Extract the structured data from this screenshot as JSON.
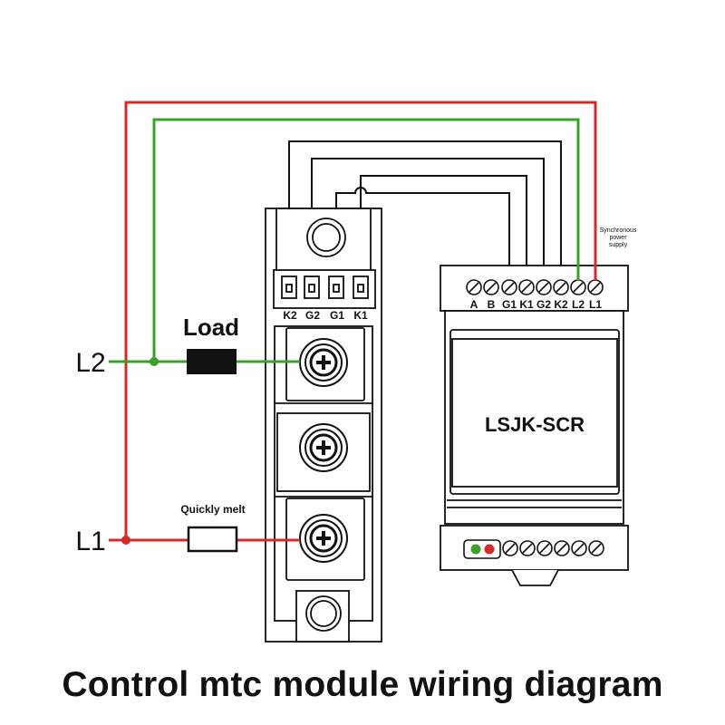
{
  "colors": {
    "red_wire": "#d42a2a",
    "green_wire": "#3aa02a",
    "black": "#111111"
  },
  "lines": {
    "l2": "L2",
    "l1": "L1"
  },
  "components": {
    "load": "Load",
    "fuse": "Quickly melt"
  },
  "thyristor_module": {
    "terminals": [
      "K2",
      "G2",
      "G1",
      "K1"
    ]
  },
  "controller": {
    "model": "LSJK-SCR",
    "sync_note": [
      "Synchronous",
      "power",
      "supply"
    ],
    "terminals": [
      "A",
      "B",
      "G1",
      "K1",
      "G2",
      "K2",
      "L2",
      "L1"
    ]
  },
  "caption": "Control mtc module wiring diagram"
}
